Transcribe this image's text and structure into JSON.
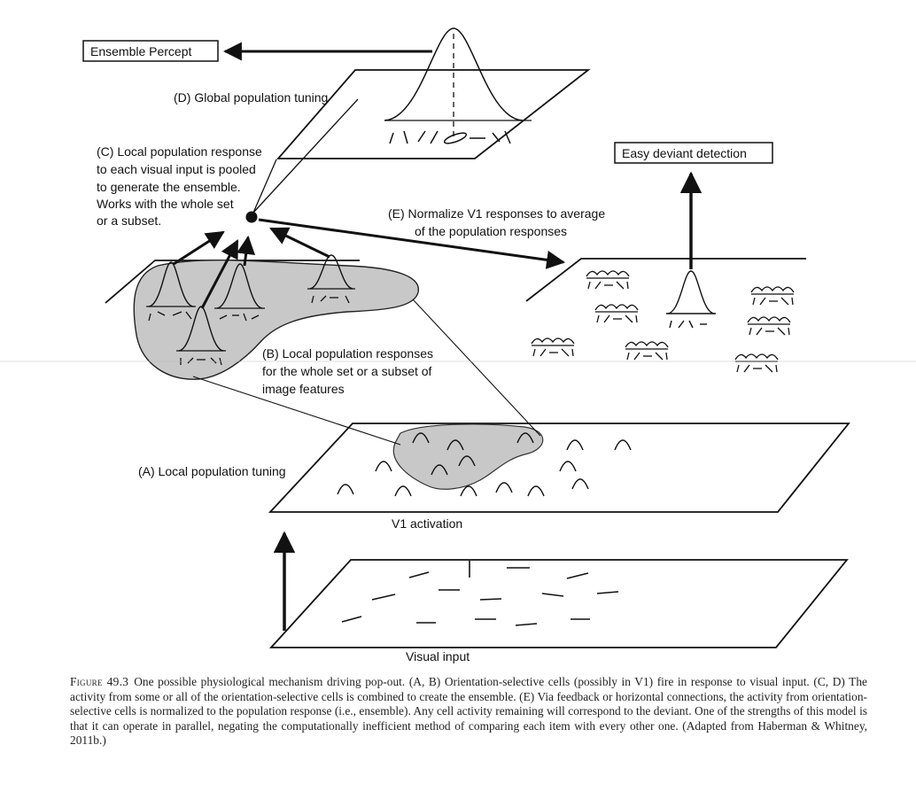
{
  "labels": {
    "ensemble_percept": "Ensemble Percept",
    "global_tuning": "(D) Global population tuning",
    "local_pooled": [
      "(C) Local population response",
      "to each visual input is pooled",
      "to generate the ensemble.",
      "Works with the whole set",
      "or a subset."
    ],
    "easy_deviant": "Easy deviant detection",
    "normalize": [
      "(E) Normalize V1 responses to average",
      "of the population responses"
    ],
    "local_responses": [
      "(B) Local population responses",
      "for the whole set or a subset of",
      "image features"
    ],
    "local_tuning": "(A) Local population tuning",
    "v1_activation": "V1 activation",
    "visual_input": "Visual input"
  },
  "caption": {
    "figure_number": "Figure 49.3",
    "text": "One possible physiological mechanism driving pop-out. (A, B) Orientation-selective cells (possibly in V1) fire in response to visual input. (C, D) The activity from some or all of the orientation-selective cells is combined to create the ensemble. (E) Via feedback or horizontal connections, the activity from orientation-selective cells is normalized to the population response (i.e., ensemble). Any cell activity remaining will correspond to the deviant. One of the strengths of this model is that it can operate in parallel, negating the computationally inefficient method of comparing each item with every other one. (Adapted from Haberman & Whitney, 2011b.)"
  }
}
